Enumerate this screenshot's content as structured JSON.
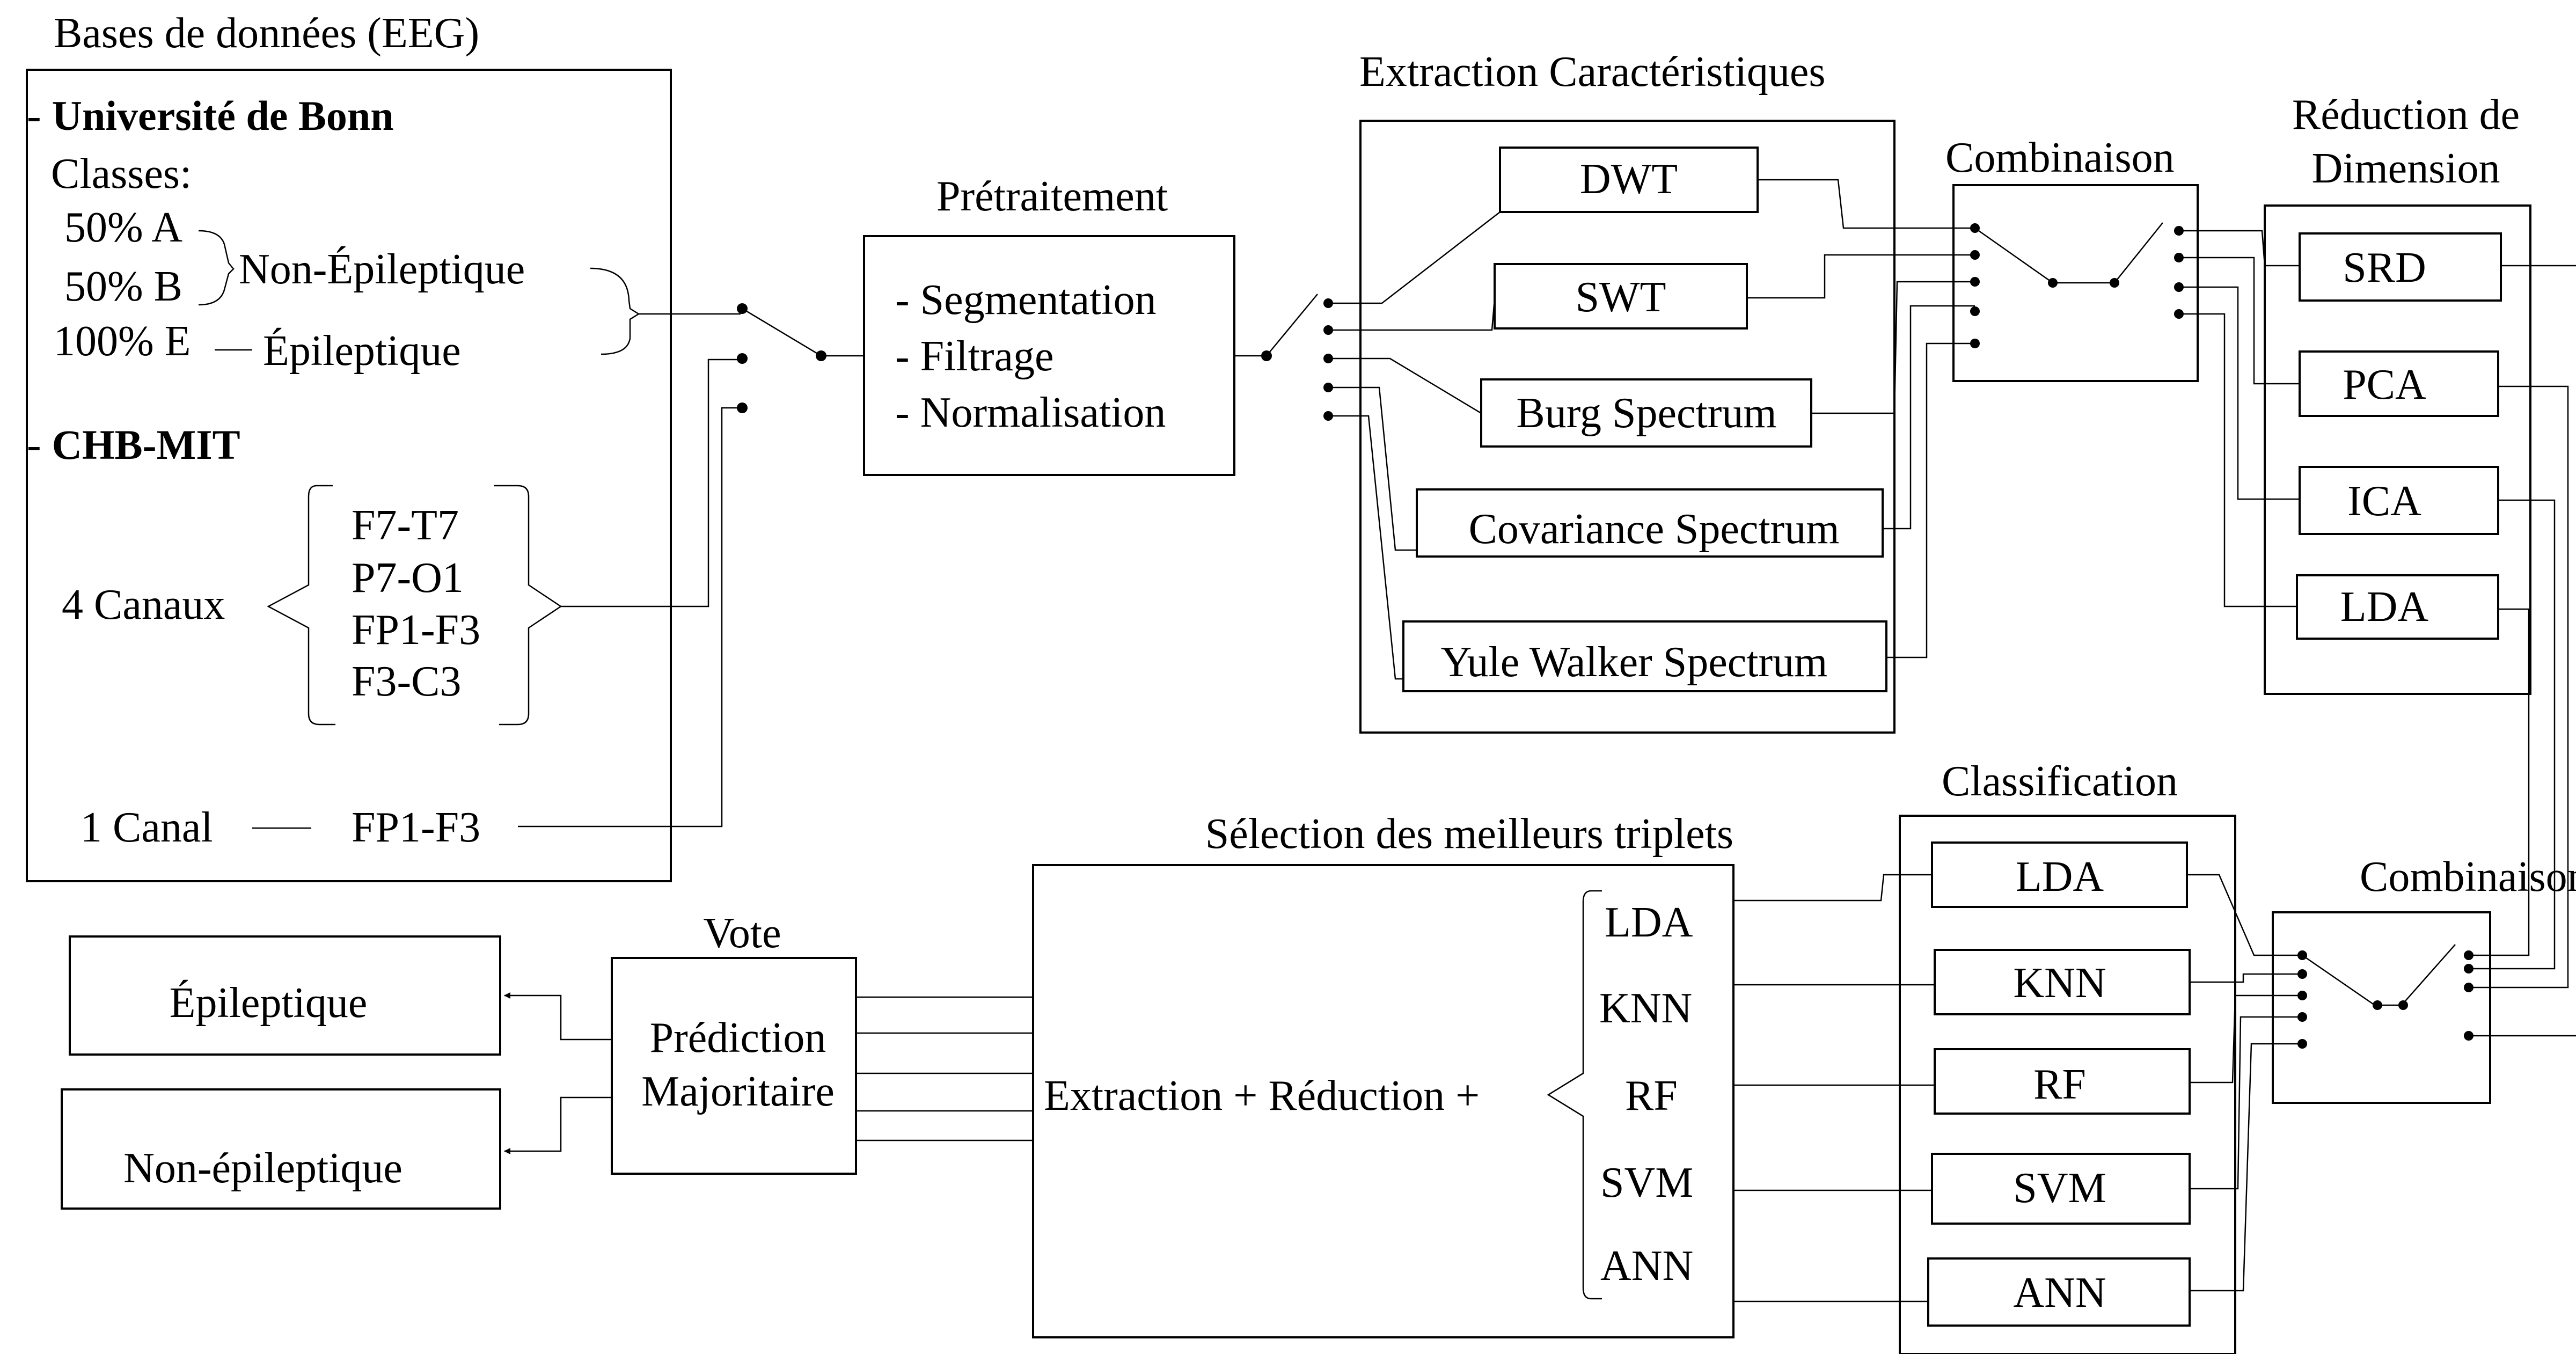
{
  "databases": {
    "title": "Bases de données (EEG)",
    "bonn": {
      "name": "Université de Bonn",
      "classes_label": "Classes:",
      "class_a": "50% A",
      "class_b": "50% B",
      "class_e": "100% E",
      "non_epileptic": "Non-Épileptique",
      "epileptic": "Épileptique"
    },
    "chb": {
      "name": "CHB-MIT",
      "four_channels": "4 Canaux",
      "channels": [
        "F7-T7",
        "P7-O1",
        "FP1-F3",
        "F3-C3"
      ],
      "one_channel": "1 Canal",
      "single_channel": "FP1-F3"
    }
  },
  "preprocessing": {
    "title": "Prétraitement",
    "steps": [
      "- Segmentation",
      "- Filtrage",
      "- Normalisation"
    ]
  },
  "extraction": {
    "title": "Extraction Caractéristiques",
    "methods": [
      "DWT",
      "SWT",
      "Burg Spectrum",
      "Covariance Spectrum",
      "Yule Walker Spectrum"
    ]
  },
  "combination1": {
    "title": "Combinaison"
  },
  "reduction": {
    "title_line1": "Réduction de",
    "title_line2": "Dimension",
    "methods": [
      "SRD",
      "PCA",
      "ICA",
      "LDA"
    ]
  },
  "classification": {
    "title": "Classification",
    "methods": [
      "LDA",
      "KNN",
      "RF",
      "SVM",
      "ANN"
    ]
  },
  "combination2": {
    "title": "Combinaison"
  },
  "selection": {
    "title": "Sélection des meilleurs triplets",
    "formula": "Extraction + Réduction +",
    "classifiers": [
      "LDA",
      "KNN",
      "RF",
      "SVM",
      "ANN"
    ]
  },
  "vote": {
    "title": "Vote",
    "line1": "Prédiction",
    "line2": "Majoritaire"
  },
  "outputs": {
    "epileptic": "Épileptique",
    "non_epileptic": "Non-épileptique"
  }
}
